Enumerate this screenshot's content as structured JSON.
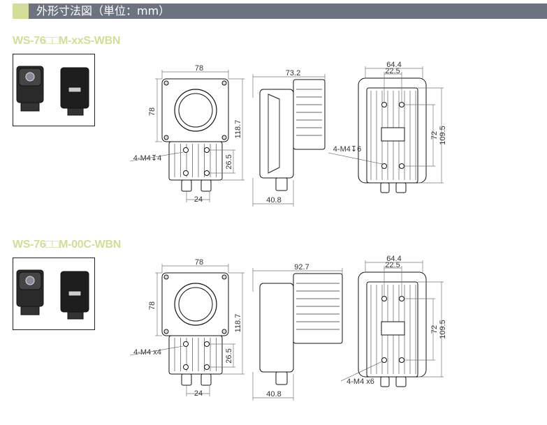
{
  "header": {
    "title": "外形寸法図（単位：mm）",
    "accent": "#d3dc98",
    "bar_color": "#6c727f"
  },
  "sections": [
    {
      "model": "WS-76□□M-xxS-WBN",
      "front": {
        "width": "78",
        "height": "78",
        "total_height": "118.7",
        "hole_spacing_v": "26.5",
        "connector_spacing": "24",
        "thread": "4-M4↧4"
      },
      "side": {
        "depth": "73.2",
        "base_depth": "40.8"
      },
      "back": {
        "width": "64.4",
        "hole_spacing_h": "22.5",
        "hole_spacing_v": "72",
        "height": "109.5",
        "thread": "4-M4↧6"
      }
    },
    {
      "model": "WS-76□□M-00C-WBN",
      "front": {
        "width": "78",
        "height": "78",
        "total_height": "118.7",
        "hole_spacing_v": "26.5",
        "connector_spacing": "24",
        "thread": "4-M4 x4"
      },
      "side": {
        "depth": "92.7",
        "base_depth": "40.8"
      },
      "back": {
        "width": "64.4",
        "hole_spacing_h": "22.5",
        "hole_spacing_v": "72",
        "height": "109.5",
        "thread": "4-M4 x6"
      }
    }
  ]
}
